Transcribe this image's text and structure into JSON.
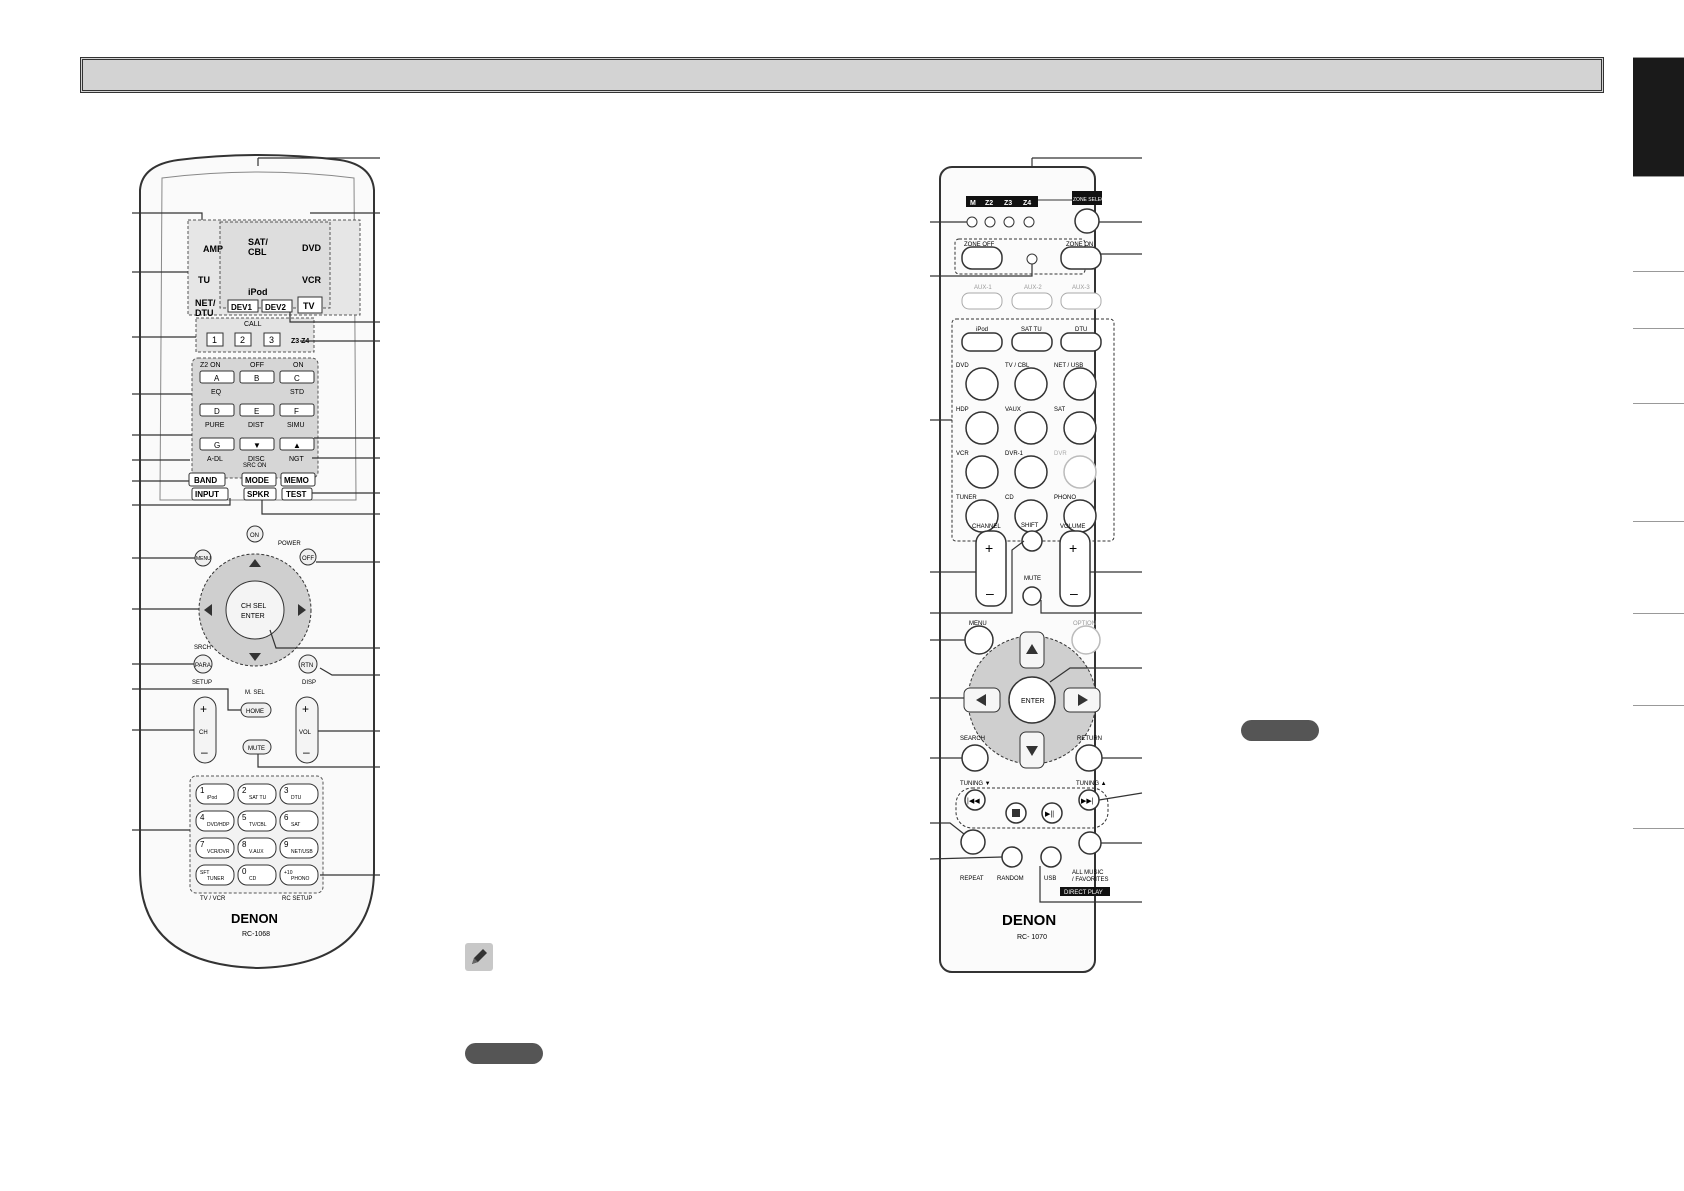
{
  "remote_left": {
    "brand": "DENON",
    "model": "RC-1068",
    "sources": {
      "amp": "AMP",
      "tu": "TU",
      "net": "NET/",
      "dtu": "DTU",
      "sat": "SAT/",
      "cbl": "CBL",
      "ipod": "iPod",
      "dvd": "DVD",
      "vcr": "VCR",
      "tv": "TV",
      "dev1": "DEV1",
      "dev2": "DEV2"
    },
    "call": "CALL",
    "call_buttons": [
      "1",
      "2",
      "3"
    ],
    "zone_tag": "Z3 Z4",
    "grid_top_labels": [
      "Z2 ON",
      "OFF",
      "ON"
    ],
    "grid_row1": [
      "A",
      "B",
      "C"
    ],
    "grid_row1_sub": [
      "EQ",
      "",
      "STD"
    ],
    "grid_row2": [
      "D",
      "E",
      "F"
    ],
    "grid_row2_sub": [
      "PURE",
      "DIST",
      "SIMU"
    ],
    "grid_row3": [
      "G",
      "▼",
      "▲"
    ],
    "grid_row3_sub": [
      "A-DL",
      "DISC",
      "NGT"
    ],
    "band": "BAND",
    "mode": "MODE",
    "memo": "MEMO",
    "mode_top": "SRC ON",
    "input": "INPUT",
    "spkr": "SPKR",
    "test": "TEST",
    "power": "POWER",
    "on": "ON",
    "off": "OFF",
    "menu": "MENU",
    "ch_sel": "CH SEL",
    "enter": "ENTER",
    "srch": "SRCH",
    "para": "PARA",
    "setup": "SETUP",
    "rtn": "RTN",
    "disp": "DISP",
    "m_sel": "M. SEL",
    "home": "HOME",
    "ch": "CH",
    "vol": "VOL",
    "mute": "MUTE",
    "num_buttons": [
      {
        "num": "1",
        "label": "iPod"
      },
      {
        "num": "2",
        "label": "SAT TU"
      },
      {
        "num": "3",
        "label": "DTU"
      },
      {
        "num": "4",
        "label": "DVD/HDP"
      },
      {
        "num": "5",
        "label": "TV/CBL"
      },
      {
        "num": "6",
        "label": "SAT"
      },
      {
        "num": "7",
        "label": "VCR/DVR"
      },
      {
        "num": "8",
        "label": "V.AUX"
      },
      {
        "num": "9",
        "label": "NET/USB"
      },
      {
        "num": "SFT",
        "label": "TUNER"
      },
      {
        "num": "0",
        "label": "CD"
      },
      {
        "num": "+10",
        "label": "PHONO"
      }
    ],
    "bottom_left": "TV / VCR",
    "bottom_right": "RC SETUP"
  },
  "remote_right": {
    "brand": "DENON",
    "model": "RC- 1070",
    "zones": [
      "M",
      "Z2",
      "Z3",
      "Z4"
    ],
    "zone_select": "ZONE SELECT",
    "zone_off": "ZONE OFF",
    "zone_on": "ZONE ON",
    "aux": [
      "AUX-1",
      "AUX-2",
      "AUX-3"
    ],
    "row_sources": [
      "iPod",
      "SAT TU",
      "DTU"
    ],
    "source_grid": [
      "DVD",
      "TV / CBL",
      "NET / USB",
      "HDP",
      "VAUX",
      "SAT",
      "VCR",
      "DVR-1",
      "DVR",
      "TUNER",
      "CD",
      "PHONO"
    ],
    "channel": "CHANNEL",
    "shift": "SHIFT",
    "volume": "VOLUME",
    "mute": "MUTE",
    "menu": "MENU",
    "option": "OPTION",
    "enter": "ENTER",
    "search": "SEARCH",
    "return": "RETURN",
    "tuning_down": "TUNING ▼",
    "tuning_up": "TUNING ▲",
    "repeat": "REPEAT",
    "random": "RANDOM",
    "usb": "USB",
    "all_music": "ALL MUSIC",
    "favorites": "/ FAVORITES",
    "direct_play": "DIRECT PLAY"
  },
  "icons": {
    "note": "pencil-icon"
  },
  "colors": {
    "title_bar": "#d3d3d3",
    "active_tab": "#1a1a1a",
    "pill": "#555555"
  }
}
